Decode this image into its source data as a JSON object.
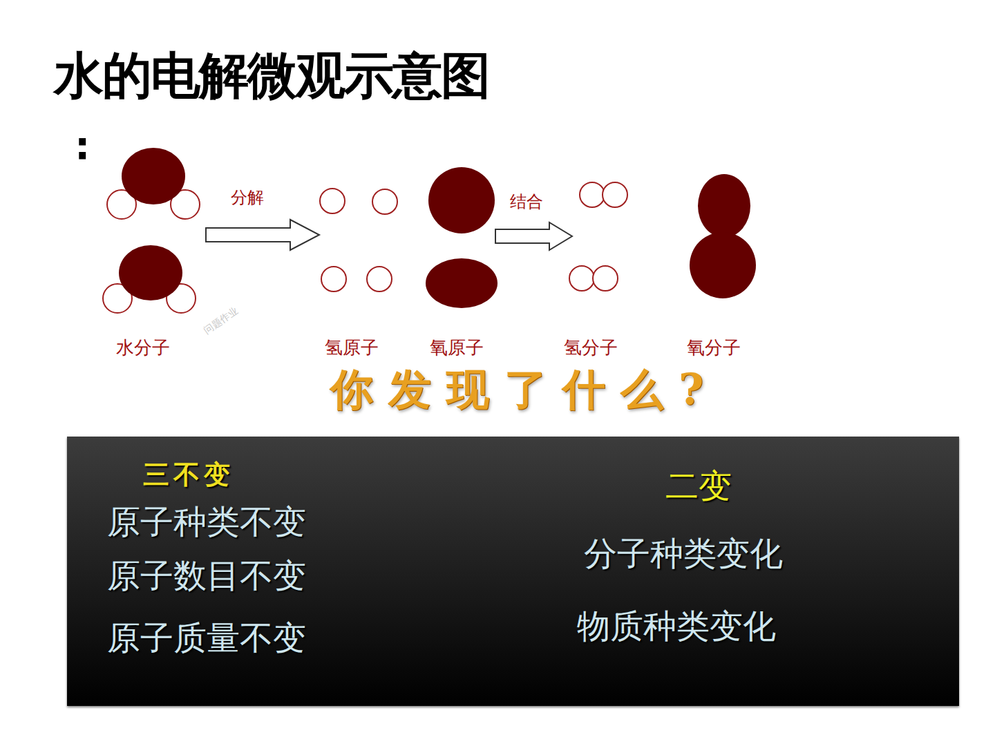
{
  "diagram": {
    "title": "水的电解微观示意图",
    "nodes": [
      {
        "text": [
          "三不变",
          "原子种类不变",
          "原子数目不变",
          "原子质量不变",
          "二变",
          "分子种类变化",
          "物质种类变化"
        ]
      }
    ],
    "labels": [
      ":",
      "分解",
      "结合",
      "水分子",
      "问题作业",
      "氢原子",
      "氧原子",
      "氢分子",
      "氧分子",
      "你发现了什么?"
    ]
  }
}
